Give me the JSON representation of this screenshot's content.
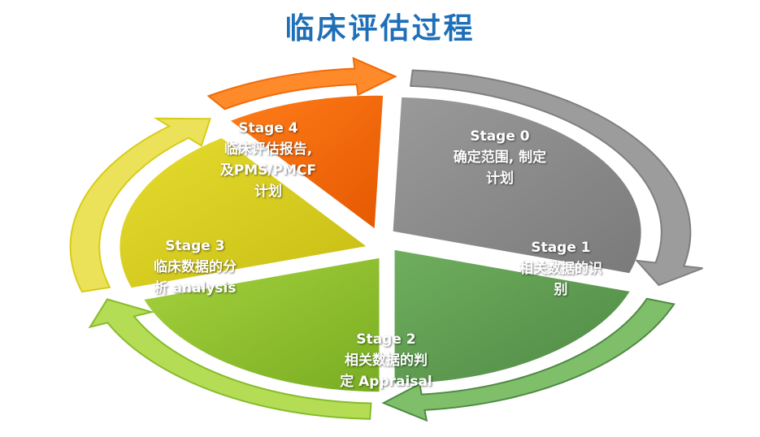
{
  "title": "临床评估过程",
  "stages": [
    {
      "id": "stage0",
      "lines": [
        "Stage 0",
        "确定范围, 制定",
        "计划"
      ],
      "color": "#8a8a8a"
    },
    {
      "id": "stage1",
      "lines": [
        "Stage 1",
        "相关数据的识",
        "别"
      ],
      "color": "#5f9a55"
    },
    {
      "id": "stage2",
      "lines": [
        "Stage 2",
        "相关数据的判",
        "定 Appraisal"
      ],
      "color": "#8cbf2e"
    },
    {
      "id": "stage3",
      "lines": [
        "Stage 3",
        "临床数据的分",
        "析 analysis"
      ],
      "color": "#d8cf1a"
    },
    {
      "id": "stage4",
      "lines": [
        "Stage 4",
        "临床评估报告,",
        "及PMS/PMCF",
        "计划"
      ],
      "color": "#f26a0a"
    }
  ]
}
